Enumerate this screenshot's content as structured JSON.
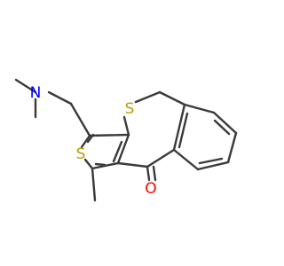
{
  "molecule": {
    "atoms": [
      {
        "id": "N",
        "label": "N",
        "color": "#0000ff"
      },
      {
        "id": "S-ring",
        "label": "S",
        "color": "#b8a000"
      },
      {
        "id": "S-thiophene",
        "label": "S",
        "color": "#b8a000"
      },
      {
        "id": "O",
        "label": "O",
        "color": "#ff0000"
      }
    ],
    "bond_color": "#3a3a3a",
    "background": "#ffffff"
  }
}
